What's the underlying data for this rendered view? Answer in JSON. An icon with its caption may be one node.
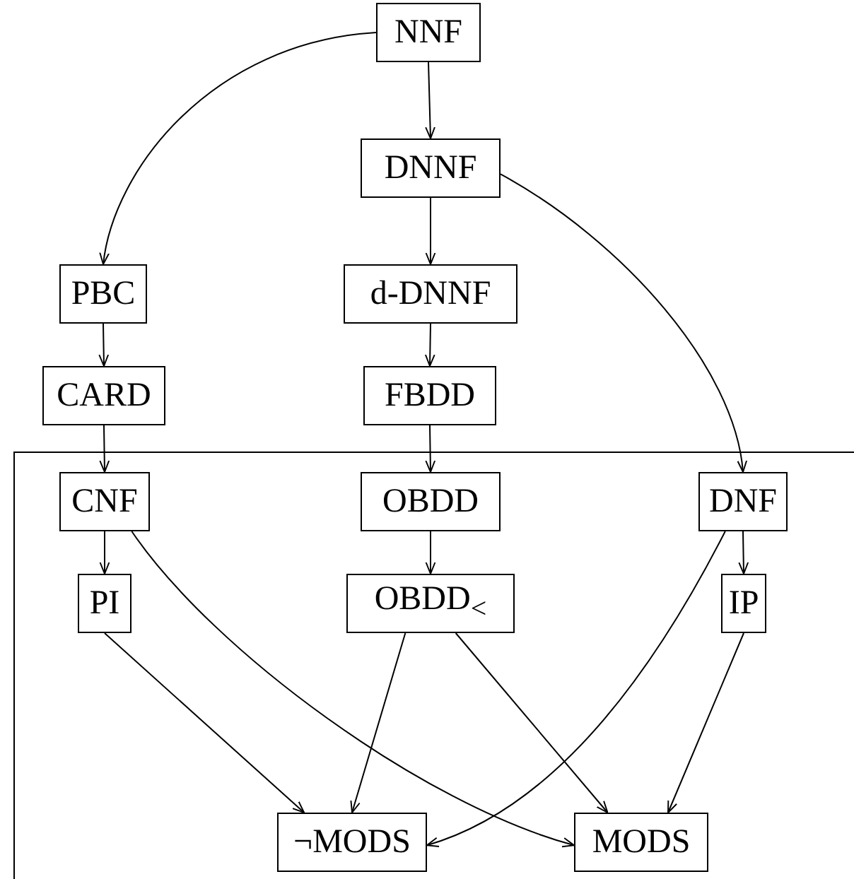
{
  "diagram": {
    "nodes": [
      {
        "text": [
          "NNF"
        ]
      },
      {
        "text": [
          "DNNF"
        ]
      },
      {
        "text": [
          "PBC"
        ]
      },
      {
        "text": [
          "d-DNNF"
        ]
      },
      {
        "text": [
          "CARD"
        ]
      },
      {
        "text": [
          "FBDD"
        ]
      },
      {
        "text": [
          "CNF"
        ]
      },
      {
        "text": [
          "OBDD"
        ]
      },
      {
        "text": [
          "DNF"
        ]
      },
      {
        "text": [
          "PI"
        ]
      },
      {
        "text": [
          "OBDD$_{<}$"
        ]
      },
      {
        "text": [
          "IP"
        ]
      },
      {
        "text": [
          "¬MODS"
        ]
      },
      {
        "text": [
          "MODS"
        ]
      }
    ],
    "edges": [
      {
        "from": 0,
        "to": 1,
        "arrow": "to"
      },
      {
        "from": 0,
        "to": 2,
        "arrow": "to"
      },
      {
        "from": 1,
        "to": 3,
        "arrow": "to"
      },
      {
        "from": 1,
        "to": 8,
        "arrow": "to"
      },
      {
        "from": 2,
        "to": 4,
        "arrow": "to"
      },
      {
        "from": 3,
        "to": 5,
        "arrow": "to"
      },
      {
        "from": 4,
        "to": 6,
        "arrow": "to"
      },
      {
        "from": 5,
        "to": 7,
        "arrow": "to"
      },
      {
        "from": 6,
        "to": 9,
        "arrow": "to"
      },
      {
        "from": 6,
        "to": 13,
        "arrow": "to"
      },
      {
        "from": 7,
        "to": 10,
        "arrow": "to"
      },
      {
        "from": 8,
        "to": 11,
        "arrow": "to"
      },
      {
        "from": 8,
        "to": 12,
        "arrow": "to"
      },
      {
        "from": 9,
        "to": 12,
        "arrow": "to"
      },
      {
        "from": 10,
        "to": 12,
        "arrow": "to"
      },
      {
        "from": 10,
        "to": 13,
        "arrow": "to"
      },
      {
        "from": 11,
        "to": 13,
        "arrow": "to"
      }
    ]
  }
}
